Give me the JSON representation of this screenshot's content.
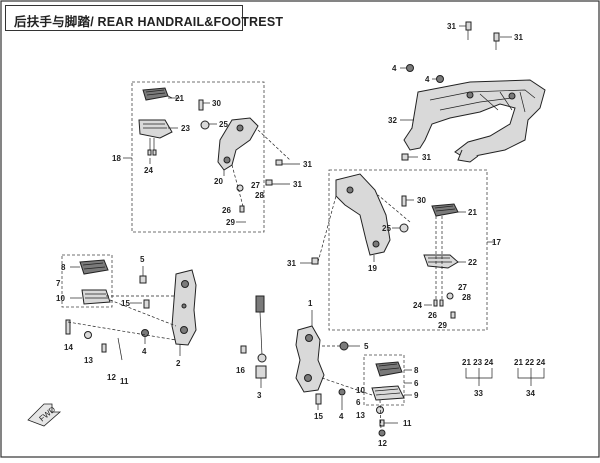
{
  "title": "后扶手与脚踏/ REAR HANDRAIL&FOOTREST",
  "callouts": {
    "c31a": "31",
    "c31b": "31",
    "c4a": "4",
    "c4b": "4",
    "c32": "32",
    "c31c": "31",
    "c21a": "21",
    "c30a": "30",
    "c25a": "25",
    "c23": "23",
    "c18": "18",
    "c24a": "24",
    "c20": "20",
    "c31d": "31",
    "c31e": "31",
    "c27a": "27",
    "c28a": "28",
    "c26a": "26",
    "c29a": "29",
    "c30b": "30",
    "c21b": "21",
    "c25b": "25",
    "c17": "17",
    "c19": "19",
    "c22a": "22",
    "c31f": "31",
    "c24b": "24",
    "c27b": "27",
    "c28b": "28",
    "c26b": "26",
    "c29b": "29",
    "c5a": "5",
    "c8a": "8",
    "c7": "7",
    "c10a": "10",
    "c15a": "15",
    "c4c": "4",
    "c14": "14",
    "c13a": "13",
    "c12a": "12",
    "c11a": "11",
    "c2": "2",
    "c1": "1",
    "c3": "3",
    "c16": "16",
    "c6a": "6",
    "c15b": "15",
    "c5b": "5",
    "c8b": "8",
    "c6b": "6",
    "c9": "9",
    "c10b": "10",
    "c13b": "13",
    "c4d": "4",
    "c12b": "12",
    "c11b": "11"
  },
  "kits": {
    "kit33_items": "21 23 24",
    "kit33_label": "33",
    "kit34_items": "21 22 24",
    "kit34_label": "34"
  },
  "fwd_label": "FWD"
}
